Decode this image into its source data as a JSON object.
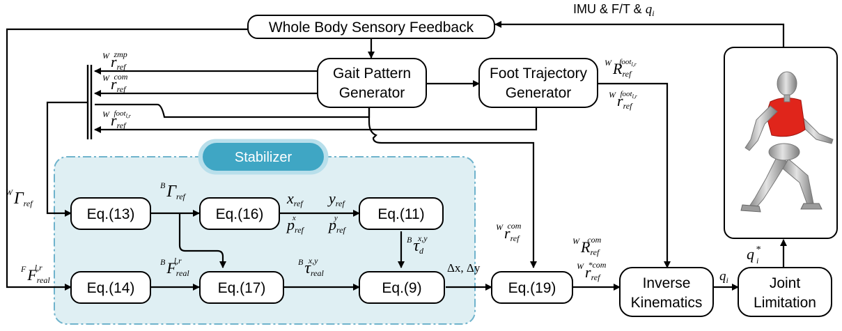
{
  "blocks": {
    "whole_body": "Whole Body Sensory Feedback",
    "gait_line1": "Gait Pattern",
    "gait_line2": "Generator",
    "foot_line1": "Foot Trajectory",
    "foot_line2": "Generator",
    "stabilizer": "Stabilizer",
    "eq13": "Eq.(13)",
    "eq16": "Eq.(16)",
    "eq11": "Eq.(11)",
    "eq14": "Eq.(14)",
    "eq17": "Eq.(17)",
    "eq9": "Eq.(9)",
    "eq19": "Eq.(19)",
    "ik_line1": "Inverse",
    "ik_line2": "Kinematics",
    "jl_line1": "Joint",
    "jl_line2": "Limitation"
  },
  "signals": {
    "imu_prefix": "IMU & F/T & ",
    "q": "q",
    "i": "i",
    "star": "*",
    "W": "W",
    "B": "B",
    "F": "F",
    "r": "r",
    "R": "R",
    "ref": "ref",
    "real": "real",
    "zmp": "zmp",
    "com": "com",
    "foot": "foot",
    "lr": "l,r",
    "Gamma": "Γ",
    "tau": "τ",
    "d": "d",
    "xy": "x,y",
    "x": "x",
    "y": "y",
    "p": "p",
    "delta": "Δx, Δy",
    "star_com": "*com"
  },
  "colors": {
    "stabilizer_fill": "#dfeff3",
    "stabilizer_border": "#6fb3cc",
    "stabilizer_tab": "#3fa6c4",
    "robot_red": "#e0251b",
    "robot_gray": "#b9b9b9"
  },
  "icons": {
    "robot": "humanoid-robot-illustration"
  }
}
